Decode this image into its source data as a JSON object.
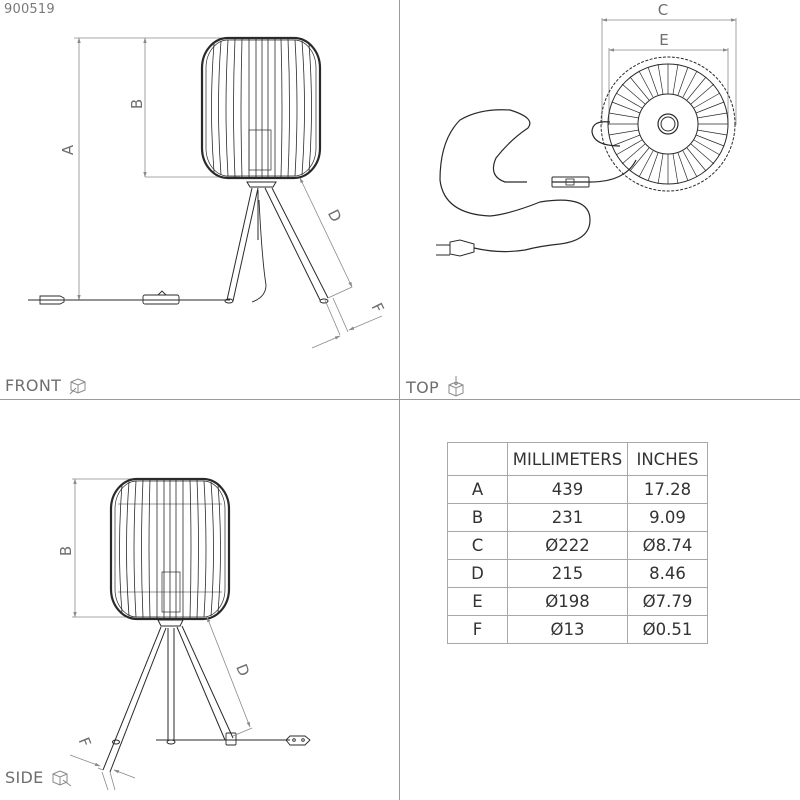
{
  "document": {
    "product_code": "900519"
  },
  "views": {
    "front": {
      "label": "FRONT",
      "icon": "isometric-cube-front-icon"
    },
    "top": {
      "label": "TOP",
      "icon": "isometric-cube-top-icon"
    },
    "side": {
      "label": "SIDE",
      "icon": "isometric-cube-side-icon"
    }
  },
  "dimension_labels": {
    "A": "A",
    "B": "B",
    "C": "C",
    "D": "D",
    "E": "E",
    "F": "F"
  },
  "dimension_table": {
    "headers": [
      "",
      "MILLIMETERS",
      "INCHES"
    ],
    "rows": [
      {
        "key": "A",
        "mm": "439",
        "in": "17.28"
      },
      {
        "key": "B",
        "mm": "231",
        "in": "9.09"
      },
      {
        "key": "C",
        "mm": "Ø222",
        "in": "Ø8.74"
      },
      {
        "key": "D",
        "mm": "215",
        "in": "8.46"
      },
      {
        "key": "E",
        "mm": "Ø198",
        "in": "Ø7.79"
      },
      {
        "key": "F",
        "mm": "Ø13",
        "in": "Ø0.51"
      }
    ]
  },
  "colors": {
    "line": "#2a2a2a",
    "dimension_line": "#8a8a8a",
    "grid_divider": "#9a9a9a",
    "label_text": "#6e6e6e"
  }
}
